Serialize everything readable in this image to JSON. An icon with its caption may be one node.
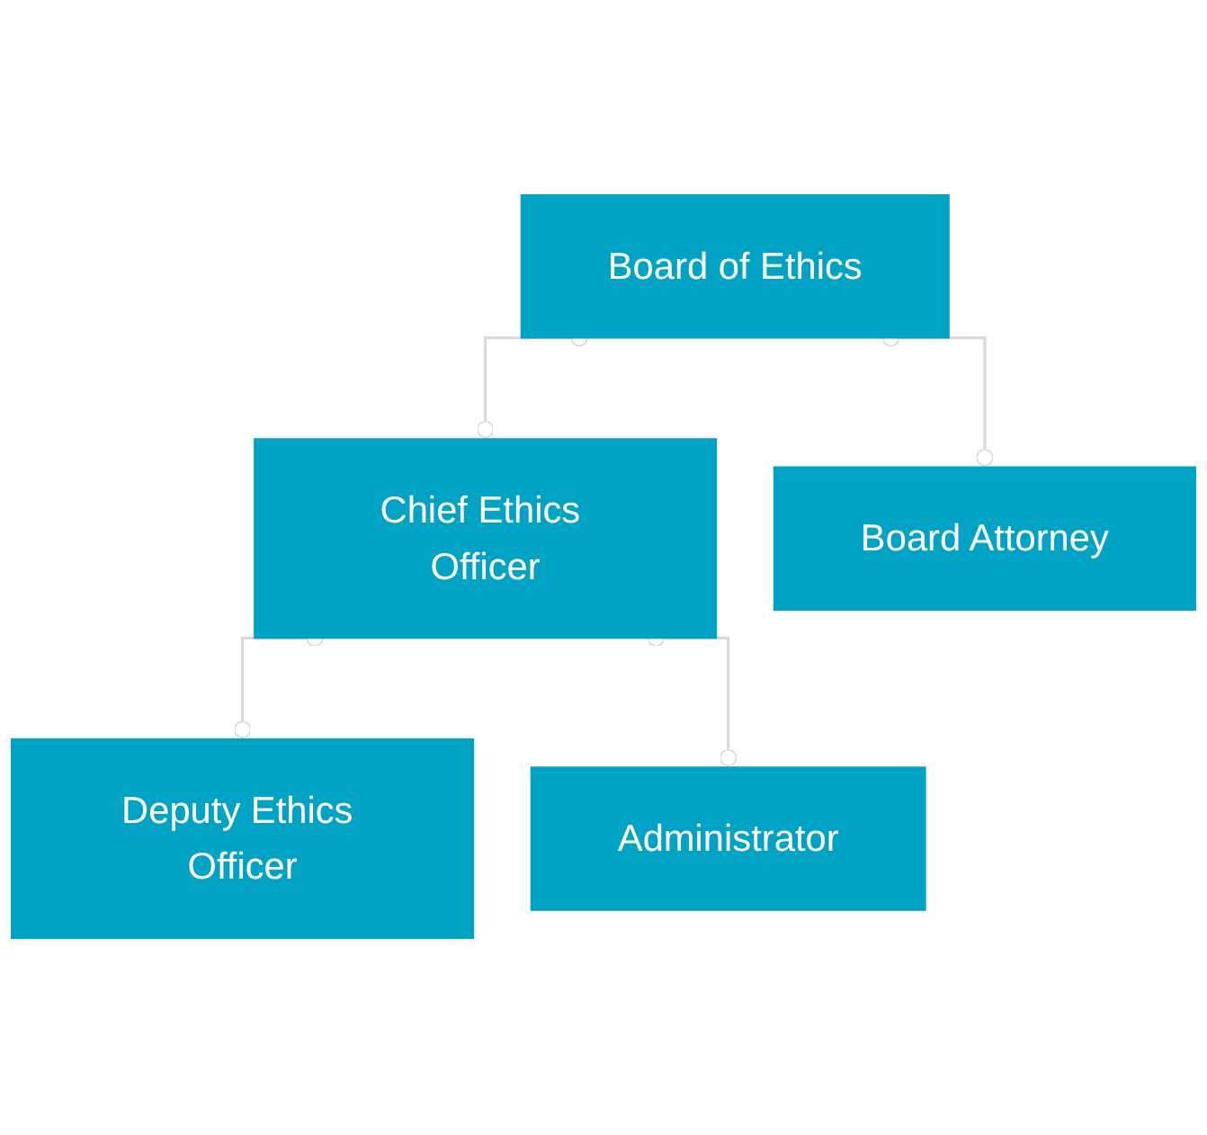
{
  "diagram": {
    "nodes": [
      {
        "text": [
          "Board of Ethics"
        ]
      },
      {
        "text": [
          "Chief Ethics Officer"
        ]
      },
      {
        "text": [
          "Board Attorney"
        ]
      },
      {
        "text": [
          "Deputy Ethics Officer"
        ]
      },
      {
        "text": [
          "Administrator"
        ]
      }
    ],
    "edges": [
      {
        "from": 0,
        "to": 1,
        "arrow": "other"
      },
      {
        "from": 0,
        "to": 2,
        "arrow": "other"
      },
      {
        "from": 1,
        "to": 3,
        "arrow": "other"
      },
      {
        "from": 1,
        "to": 4,
        "arrow": "other"
      }
    ]
  }
}
